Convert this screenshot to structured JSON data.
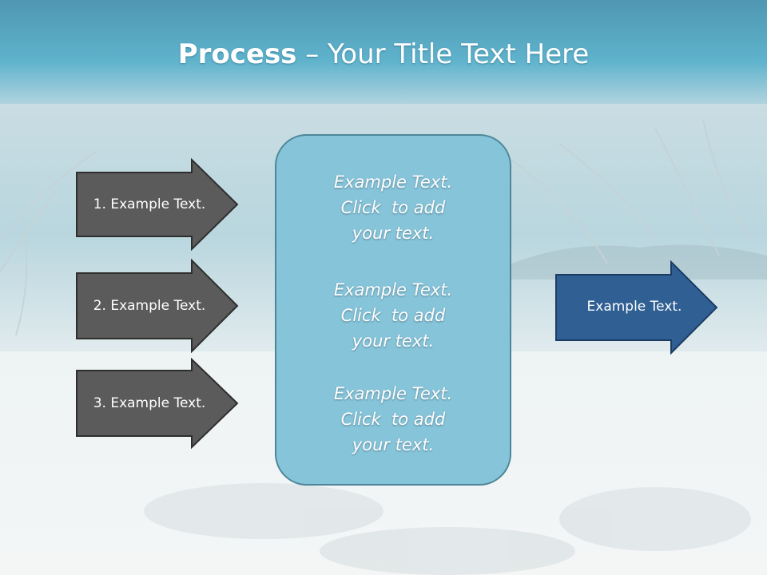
{
  "title": {
    "bold": "Process",
    "rest": " – Your Title Text Here"
  },
  "left_steps": [
    {
      "label": "1. Example Text."
    },
    {
      "label": "2. Example Text."
    },
    {
      "label": "3. Example Text."
    }
  ],
  "center_blocks": [
    {
      "lines": [
        "Example Text.",
        "Click  to add",
        "your text."
      ]
    },
    {
      "lines": [
        "Example Text.",
        "Click  to add",
        "your text."
      ]
    },
    {
      "lines": [
        "Example Text.",
        "Click  to add",
        "your text."
      ]
    }
  ],
  "output": {
    "label": "Example Text."
  },
  "colors": {
    "step_arrow": "#5b5b5b",
    "output_arrow": "#2f5f93",
    "center_box": "#86c4da",
    "sky": "#5aaec8"
  }
}
